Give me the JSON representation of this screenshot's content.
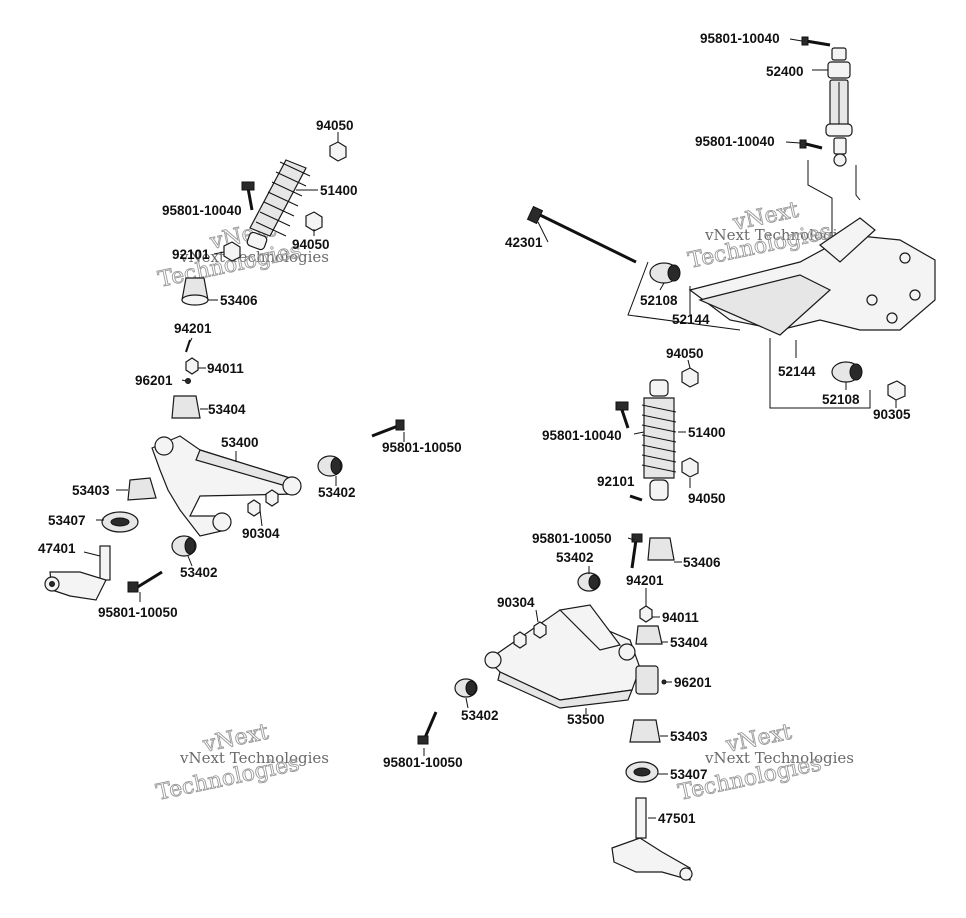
{
  "labels": {
    "l_95801_10040_a": "95801-10040",
    "l_52400": "52400",
    "l_95801_10040_b": "95801-10040",
    "l_94050_a": "94050",
    "l_51400_a": "51400",
    "l_95801_10040_c": "95801-10040",
    "l_94050_b": "94050",
    "l_92101_a": "92101",
    "l_53406_a": "53406",
    "l_94201_a": "94201",
    "l_94011_a": "94011",
    "l_96201_a": "96201",
    "l_53404_a": "53404",
    "l_53400": "53400",
    "l_95801_10050_a": "95801-10050",
    "l_53403_a": "53403",
    "l_53402_a": "53402",
    "l_53407_a": "53407",
    "l_90304_a": "90304",
    "l_47401": "47401",
    "l_53402_b": "53402",
    "l_95801_10050_b": "95801-10050",
    "l_42301": "42301",
    "l_52108_a": "52108",
    "l_52144_a": "52144",
    "l_52144_b": "52144",
    "l_52108_b": "52108",
    "l_90305": "90305",
    "l_94050_c": "94050",
    "l_95801_10040_d": "95801-10040",
    "l_51400_b": "51400",
    "l_92101_b": "92101",
    "l_94050_d": "94050",
    "l_95801_10050_c": "95801-10050",
    "l_53402_c": "53402",
    "l_53406_b": "53406",
    "l_94201_b": "94201",
    "l_90304_b": "90304",
    "l_94011_b": "94011",
    "l_53404_b": "53404",
    "l_96201_b": "96201",
    "l_53402_d": "53402",
    "l_53500": "53500",
    "l_95801_10050_d": "95801-10050",
    "l_53403_b": "53403",
    "l_53407_b": "53407",
    "l_47501": "47501"
  },
  "watermark": {
    "line1": "vNext Technologies",
    "line2": "vNext",
    "line3": "Technologies"
  }
}
